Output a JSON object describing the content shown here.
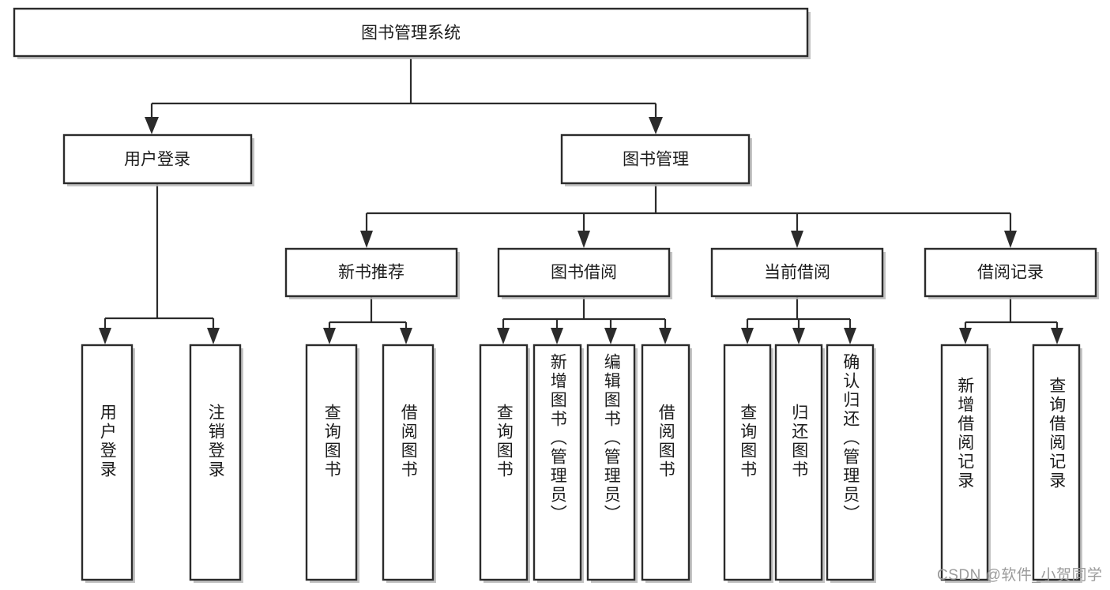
{
  "diagram": {
    "type": "tree-hierarchy",
    "title": "图书管理系统",
    "orientation": "top-down",
    "colors": {
      "box_stroke": "#2b2b2b",
      "box_fill": "#ffffff",
      "connector": "#2b2b2b",
      "shadow": "#b9b9b9",
      "text": "#1c1c1c",
      "watermark": "#9b9b9b",
      "background": "#ffffff"
    },
    "root": {
      "id": "root",
      "label": "图书管理系统",
      "text_orientation": "horizontal"
    },
    "level1": [
      {
        "id": "user-login",
        "label": "用户登录",
        "text_orientation": "horizontal"
      },
      {
        "id": "book-management",
        "label": "图书管理",
        "text_orientation": "horizontal"
      }
    ],
    "level2": [
      {
        "id": "new-book-recommend",
        "label": "新书推荐",
        "parent": "book-management",
        "text_orientation": "horizontal"
      },
      {
        "id": "book-borrow",
        "label": "图书借阅",
        "parent": "book-management",
        "text_orientation": "horizontal"
      },
      {
        "id": "current-borrow",
        "label": "当前借阅",
        "parent": "book-management",
        "text_orientation": "horizontal"
      },
      {
        "id": "borrow-record",
        "label": "借阅记录",
        "parent": "book-management",
        "text_orientation": "horizontal"
      }
    ],
    "leaves": [
      {
        "id": "leaf-user-login",
        "label": "用户登录",
        "parent": "user-login",
        "text_orientation": "vertical"
      },
      {
        "id": "leaf-logout-login",
        "label": "注销登录",
        "parent": "user-login",
        "text_orientation": "vertical"
      },
      {
        "id": "leaf-query-book-1",
        "label": "查询图书",
        "parent": "new-book-recommend",
        "text_orientation": "vertical"
      },
      {
        "id": "leaf-borrow-book-1",
        "label": "借阅图书",
        "parent": "new-book-recommend",
        "text_orientation": "vertical"
      },
      {
        "id": "leaf-query-book-2",
        "label": "查询图书",
        "parent": "book-borrow",
        "text_orientation": "vertical"
      },
      {
        "id": "leaf-add-book-admin",
        "label": "新增图书（管理员）",
        "parent": "book-borrow",
        "text_orientation": "vertical"
      },
      {
        "id": "leaf-edit-book-admin",
        "label": "编辑图书（管理员）",
        "parent": "book-borrow",
        "text_orientation": "vertical"
      },
      {
        "id": "leaf-borrow-book-2",
        "label": "借阅图书",
        "parent": "book-borrow",
        "text_orientation": "vertical"
      },
      {
        "id": "leaf-query-book-3",
        "label": "查询图书",
        "parent": "current-borrow",
        "text_orientation": "vertical"
      },
      {
        "id": "leaf-return-book",
        "label": "归还图书",
        "parent": "current-borrow",
        "text_orientation": "vertical"
      },
      {
        "id": "leaf-confirm-return-admin",
        "label": "确认归还（管理员）",
        "parent": "current-borrow",
        "text_orientation": "vertical"
      },
      {
        "id": "leaf-add-borrow-record",
        "label": "新增借阅记录",
        "parent": "borrow-record",
        "text_orientation": "vertical"
      },
      {
        "id": "leaf-query-borrow-record",
        "label": "查询借阅记录",
        "parent": "borrow-record",
        "text_orientation": "vertical"
      }
    ]
  },
  "watermark": {
    "text": "CSDN @软件_小贺同学"
  }
}
